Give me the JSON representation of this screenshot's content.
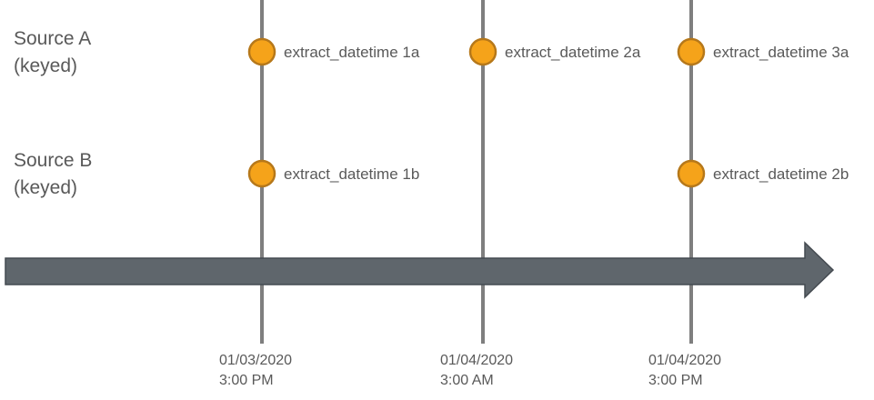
{
  "colors": {
    "timeline": "#5f666c",
    "timeline_border": "#444a50",
    "marker_line": "#7f7f7f",
    "dot_fill": "#f5a31a",
    "dot_stroke": "#b6781a",
    "text": "#595959"
  },
  "sources": [
    {
      "name": "Source A",
      "qualifier": "(keyed)"
    },
    {
      "name": "Source B",
      "qualifier": "(keyed)"
    }
  ],
  "timepoints": [
    {
      "date": "01/03/2020",
      "time": "3:00 PM"
    },
    {
      "date": "01/04/2020",
      "time": "3:00 AM"
    },
    {
      "date": "01/04/2020",
      "time": "3:00 PM"
    }
  ],
  "events": [
    {
      "source": 0,
      "timepoint": 0,
      "label": "extract_datetime 1a"
    },
    {
      "source": 0,
      "timepoint": 1,
      "label": "extract_datetime 2a"
    },
    {
      "source": 0,
      "timepoint": 2,
      "label": "extract_datetime 3a"
    },
    {
      "source": 1,
      "timepoint": 0,
      "label": "extract_datetime 1b"
    },
    {
      "source": 1,
      "timepoint": 2,
      "label": "extract_datetime 2b"
    }
  ]
}
